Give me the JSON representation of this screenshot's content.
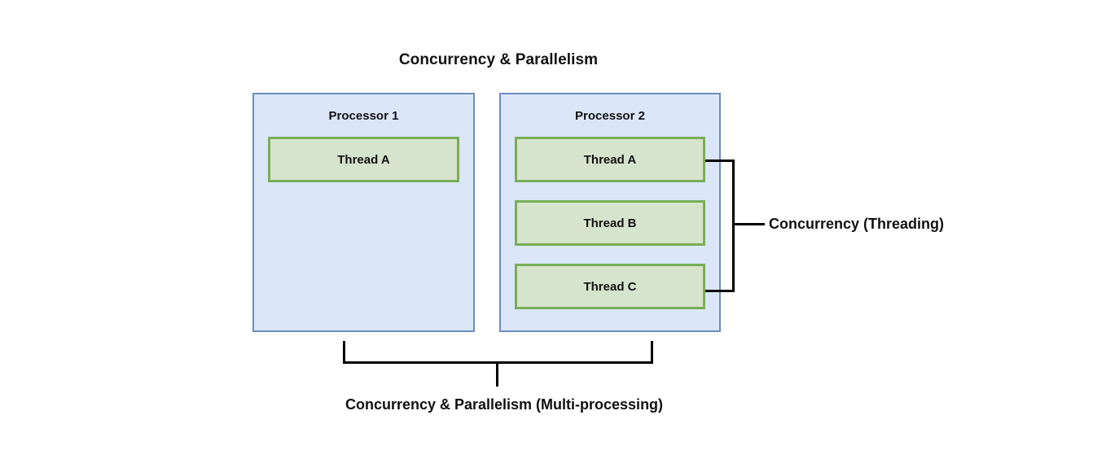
{
  "diagram": {
    "title": "Concurrency & Parallelism",
    "background_color": "#ffffff",
    "processor_fill": "#dbe7f9",
    "processor_border": "#6c8ebf",
    "thread_fill": "#d7e4cd",
    "thread_border": "#7aad58",
    "connector_color": "#000000",
    "text_color": "#111111",
    "processors": [
      {
        "label": "Processor 1",
        "threads": [
          {
            "label": "Thread A"
          }
        ]
      },
      {
        "label": "Processor 2",
        "threads": [
          {
            "label": "Thread A"
          },
          {
            "label": "Thread B"
          },
          {
            "label": "Thread C"
          }
        ]
      }
    ],
    "annotations": {
      "right_bracket_label": "Concurrency (Threading)",
      "bottom_bracket_label": "Concurrency & Parallelism (Multi-processing)"
    }
  }
}
